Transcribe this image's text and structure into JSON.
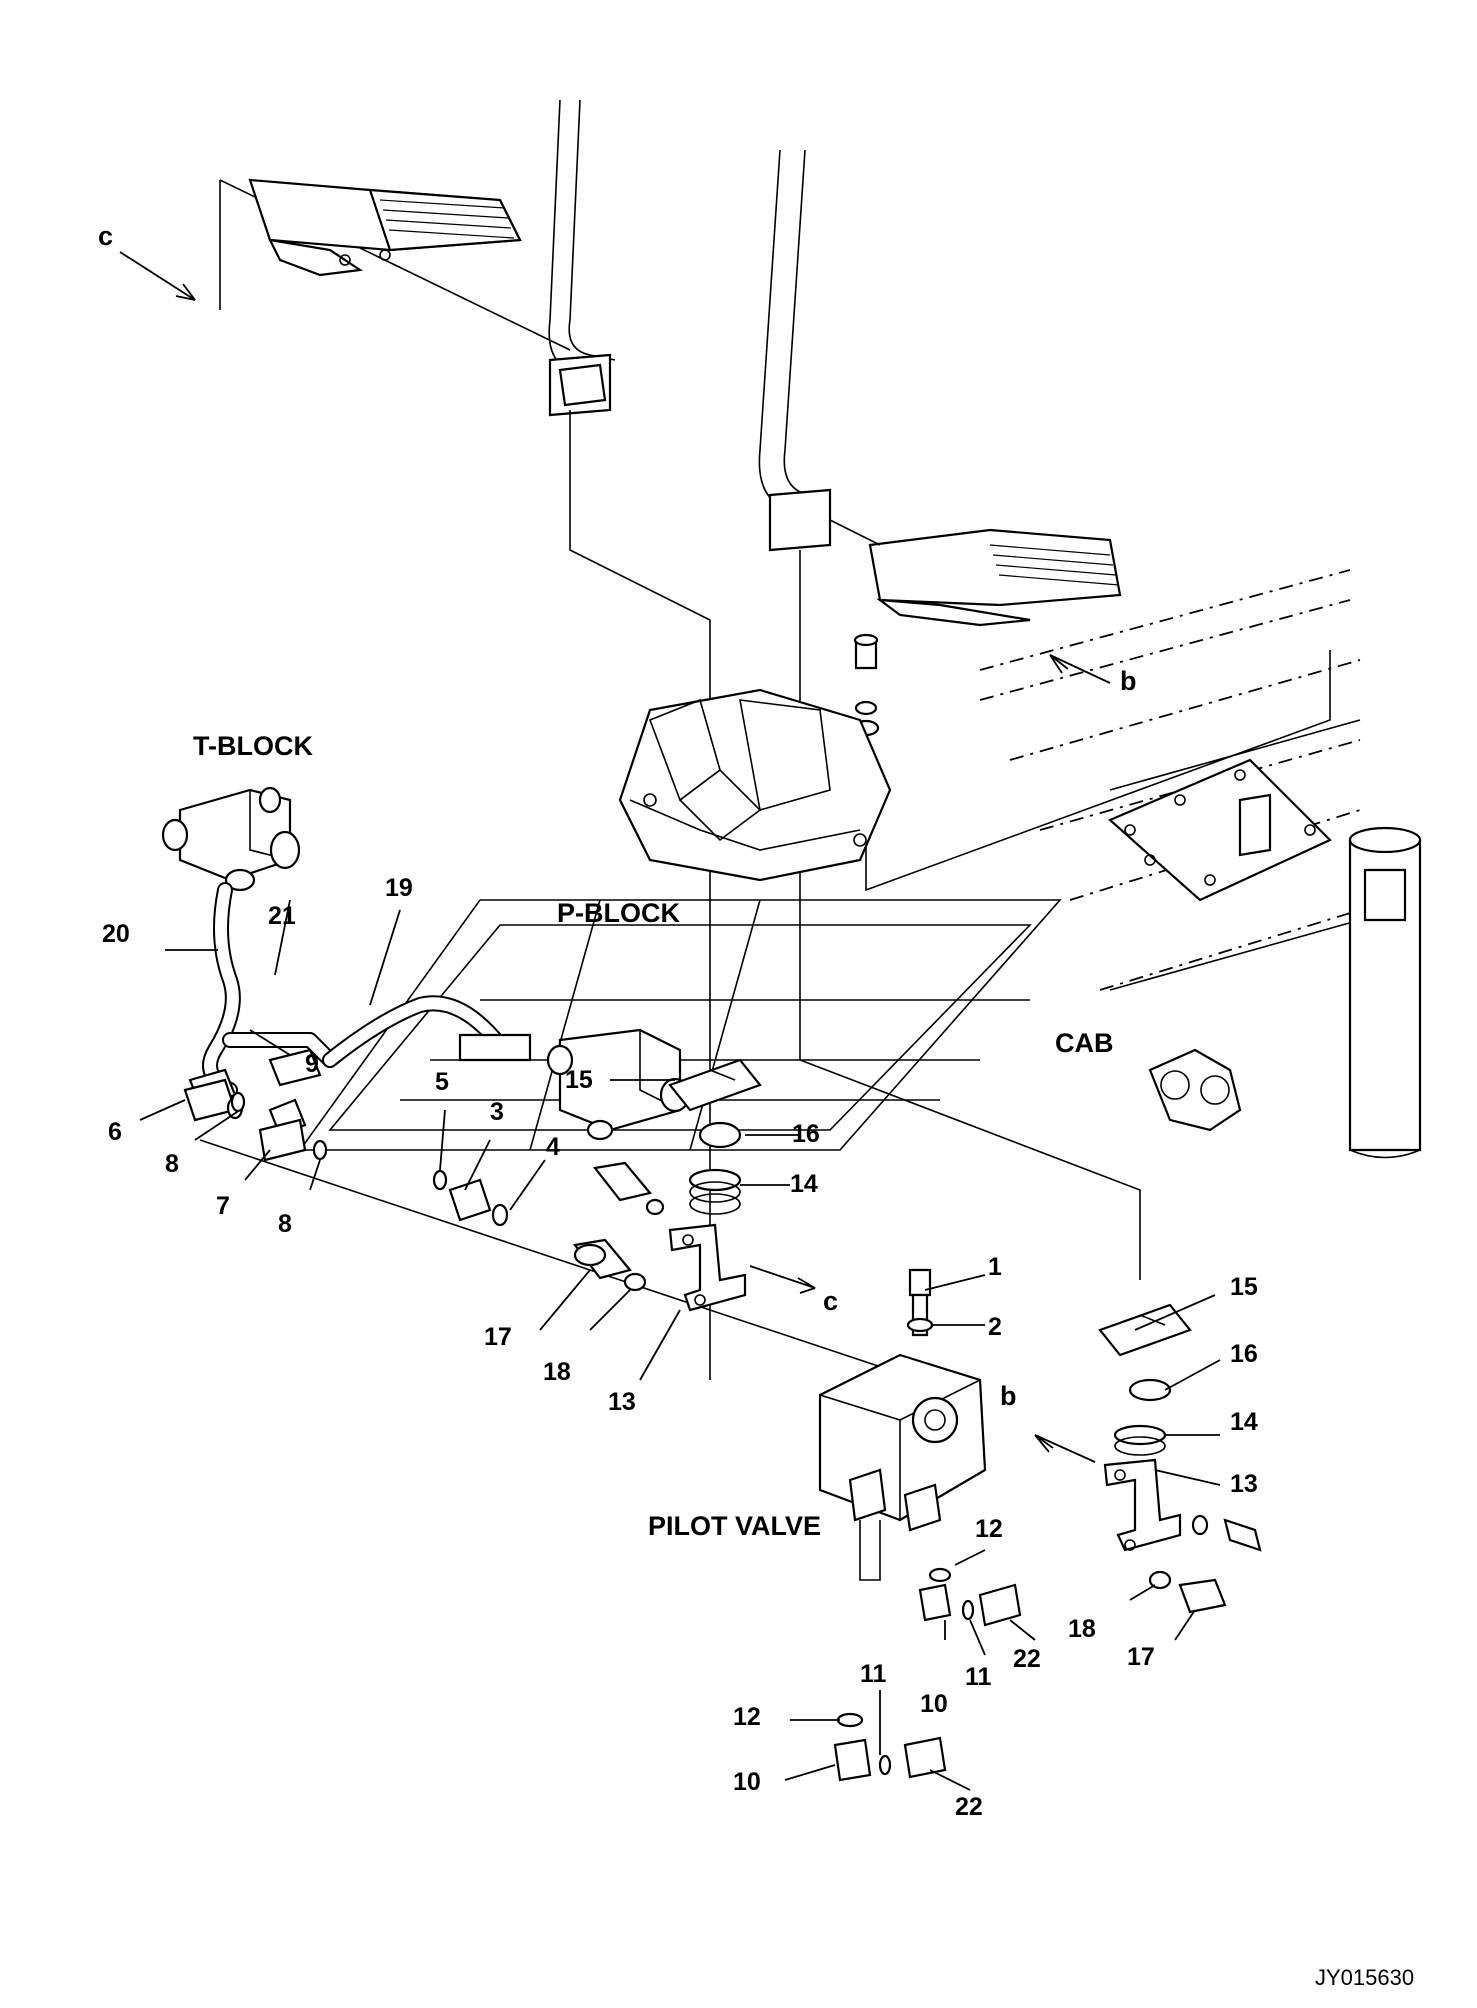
{
  "diagram": {
    "labels": {
      "t_block": "T-BLOCK",
      "p_block": "P-BLOCK",
      "cab": "CAB",
      "pilot_valve": "PILOT VALVE",
      "drawing_id": "JY015630"
    },
    "view_markers": {
      "c": "c",
      "b": "b"
    },
    "parts": {
      "p1": "1",
      "p2": "2",
      "p3": "3",
      "p4": "4",
      "p5": "5",
      "p6": "6",
      "p7": "7",
      "p8": "8",
      "p9": "9",
      "p10": "10",
      "p11": "11",
      "p12": "12",
      "p13": "13",
      "p14": "14",
      "p15": "15",
      "p16": "16",
      "p17": "17",
      "p18": "18",
      "p19": "19",
      "p20": "20",
      "p21": "21",
      "p22": "22"
    }
  }
}
